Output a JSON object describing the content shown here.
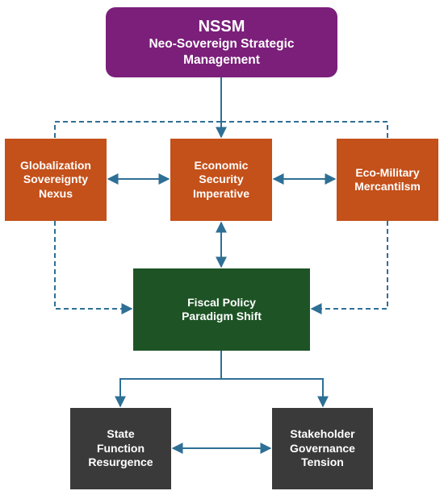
{
  "nodes": {
    "nssm": {
      "acronym": "NSSM",
      "line1": "Neo-Sovereign Strategic",
      "line2": "Management",
      "color": "#7b1f7a"
    },
    "globalization": {
      "line1": "Globalization",
      "line2": "Sovereignty",
      "line3": "Nexus",
      "color": "#c4501a"
    },
    "economic": {
      "line1": "Economic",
      "line2": "Security",
      "line3": "Imperative",
      "color": "#c4501a"
    },
    "military": {
      "line1": "Eco-Military",
      "line2": "Mercantilsm",
      "color": "#c4501a"
    },
    "fiscal": {
      "line1": "Fiscal Policy",
      "line2": "Paradigm Shift",
      "color": "#1e5425"
    },
    "state": {
      "line1": "State",
      "line2": "Function",
      "line3": "Resurgence",
      "color": "#3a3a3a"
    },
    "stakeholder": {
      "line1": "Stakeholder",
      "line2": "Governance",
      "line3": "Tension",
      "color": "#3a3a3a"
    }
  },
  "connectors": {
    "color": "#2e6f95",
    "edges": [
      {
        "from": "nssm",
        "to": "economic",
        "style": "solid",
        "direction": "forward"
      },
      {
        "from": "nssm",
        "to": "globalization",
        "style": "dashed",
        "direction": "none"
      },
      {
        "from": "nssm",
        "to": "military",
        "style": "dashed",
        "direction": "none"
      },
      {
        "from": "globalization",
        "to": "economic",
        "style": "solid",
        "direction": "both"
      },
      {
        "from": "economic",
        "to": "military",
        "style": "solid",
        "direction": "both"
      },
      {
        "from": "economic",
        "to": "fiscal",
        "style": "solid",
        "direction": "both"
      },
      {
        "from": "globalization",
        "to": "fiscal",
        "style": "dashed",
        "direction": "forward"
      },
      {
        "from": "military",
        "to": "fiscal",
        "style": "dashed",
        "direction": "forward"
      },
      {
        "from": "fiscal",
        "to": "state",
        "style": "solid",
        "direction": "forward"
      },
      {
        "from": "fiscal",
        "to": "stakeholder",
        "style": "solid",
        "direction": "forward"
      },
      {
        "from": "state",
        "to": "stakeholder",
        "style": "solid",
        "direction": "both"
      }
    ]
  }
}
